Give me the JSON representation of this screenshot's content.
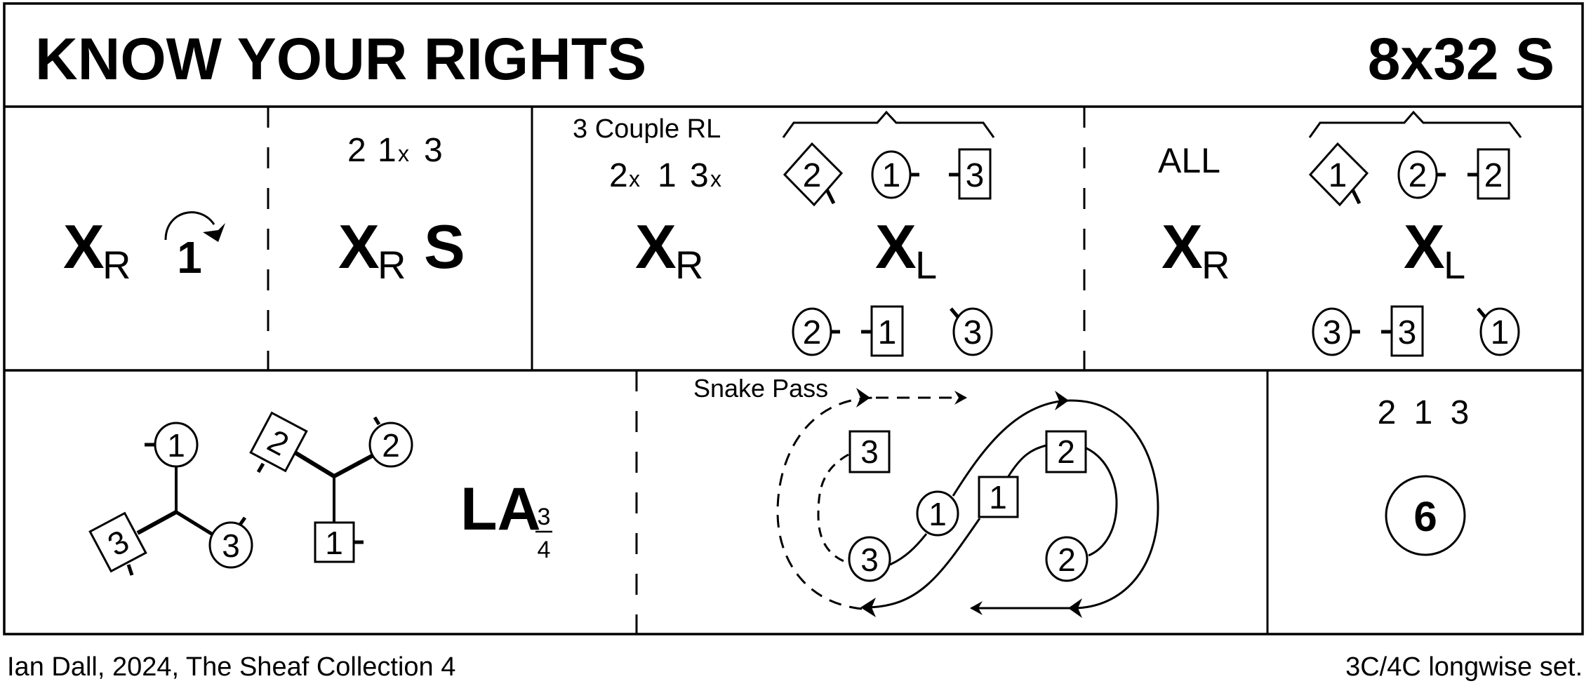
{
  "title": "KNOW YOUR RIGHTS",
  "format": "8x32 S",
  "colors": {
    "ink": "#000000",
    "paper": "#ffffff"
  },
  "row1": {
    "cell1": {
      "move": "X",
      "move_sub": "R",
      "turn_label": "1",
      "turn_icon": "clockwise-turn-arrow"
    },
    "cell2": {
      "order_a": "2",
      "order_b": "1",
      "order_b_sub": "x",
      "order_c": "3",
      "move": "X",
      "move_sub": "R",
      "extra": "S"
    },
    "cell3": {
      "note": "3 Couple RL",
      "order": [
        {
          "n": "2",
          "sub": "x"
        },
        {
          "n": "1",
          "sub": ""
        },
        {
          "n": "3",
          "sub": "x"
        }
      ],
      "move1": "X",
      "move1_sub": "R",
      "move2": "X",
      "move2_sub": "L",
      "top_dancers": [
        {
          "shape": "diamond",
          "n": "2"
        },
        {
          "shape": "circle",
          "n": "1"
        },
        {
          "shape": "square",
          "n": "3"
        }
      ],
      "bottom_dancers": [
        {
          "shape": "circle",
          "n": "2"
        },
        {
          "shape": "square",
          "n": "1"
        },
        {
          "shape": "circle",
          "n": "3"
        }
      ]
    },
    "cell4": {
      "note": "ALL",
      "move1": "X",
      "move1_sub": "R",
      "move2": "X",
      "move2_sub": "L",
      "top_dancers": [
        {
          "shape": "diamond",
          "n": "1"
        },
        {
          "shape": "circle",
          "n": "2"
        },
        {
          "shape": "square",
          "n": "2"
        }
      ],
      "bottom_dancers": [
        {
          "shape": "circle",
          "n": "3"
        },
        {
          "shape": "square",
          "n": "3"
        },
        {
          "shape": "circle",
          "n": "1"
        }
      ]
    }
  },
  "row2": {
    "cell1": {
      "left_group": [
        {
          "shape": "circle",
          "n": "1"
        },
        {
          "shape": "diamond",
          "n": "3"
        },
        {
          "shape": "circle",
          "n": "3"
        }
      ],
      "right_group": [
        {
          "shape": "diamond",
          "n": "2"
        },
        {
          "shape": "circle",
          "n": "2"
        },
        {
          "shape": "square",
          "n": "1"
        }
      ],
      "move": "LA",
      "fraction_num": "3",
      "fraction_den": "4"
    },
    "cell2": {
      "label": "Snake Pass",
      "dancers": [
        {
          "shape": "square",
          "n": "3"
        },
        {
          "shape": "square",
          "n": "2"
        },
        {
          "shape": "circle",
          "n": "1"
        },
        {
          "shape": "square",
          "n": "1"
        },
        {
          "shape": "circle",
          "n": "3"
        },
        {
          "shape": "circle",
          "n": "2"
        }
      ]
    },
    "cell3": {
      "order": "2 1 3",
      "bars": "6"
    }
  },
  "footer": {
    "left": "Ian Dall, 2024, The Sheaf Collection 4",
    "right": "3C/4C longwise set."
  }
}
